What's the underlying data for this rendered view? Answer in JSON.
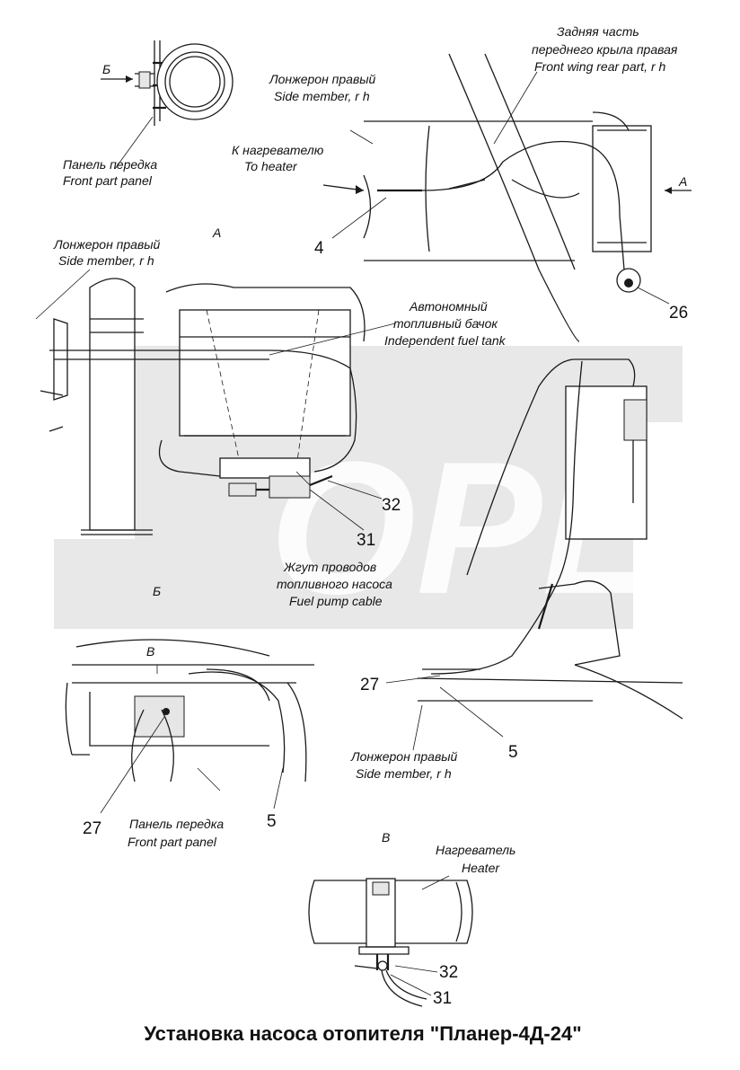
{
  "watermark": {
    "text": "OPEX",
    "color": "#d6d6d6"
  },
  "labels": {
    "rear_wing": {
      "ru": "Задняя часть",
      "ru2": "переднего крыла правая",
      "en": "Front wing rear part, r h"
    },
    "side_member_top": {
      "ru": "Лонжерон правый",
      "en": "Side member, r h"
    },
    "to_heater": {
      "ru": "К нагревателю",
      "en": "To heater"
    },
    "front_panel_top": {
      "ru": "Панель передка",
      "en": "Front part panel"
    },
    "side_member_left": {
      "ru": "Лонжерон правый",
      "en": "Side member, r h"
    },
    "fuel_tank": {
      "ru": "Автономный",
      "ru2": "топливный бачок",
      "en": "Independent fuel tank"
    },
    "pump_cable": {
      "ru": "Жгут проводов",
      "ru2": "топливного насоса",
      "en": "Fuel pump cable"
    },
    "side_member_bottom": {
      "ru": "Лонжерон правый",
      "en": "Side member, r h"
    },
    "front_panel_bottom": {
      "ru": "Панель передка",
      "en": "Front part panel"
    },
    "heater": {
      "ru": "Нагреватель",
      "en": "Heater"
    }
  },
  "views": {
    "a": "А",
    "b": "Б",
    "v": "В"
  },
  "arrows": {
    "a": "А",
    "b": "Б",
    "v": "В"
  },
  "callouts": {
    "n4": "4",
    "n26": "26",
    "n32a": "32",
    "n31a": "31",
    "n27a": "27",
    "n5a": "5",
    "n27b": "27",
    "n5b": "5",
    "n32b": "32",
    "n31b": "31"
  },
  "title": "Установка насоса отопителя \"Планер-4Д-24\""
}
